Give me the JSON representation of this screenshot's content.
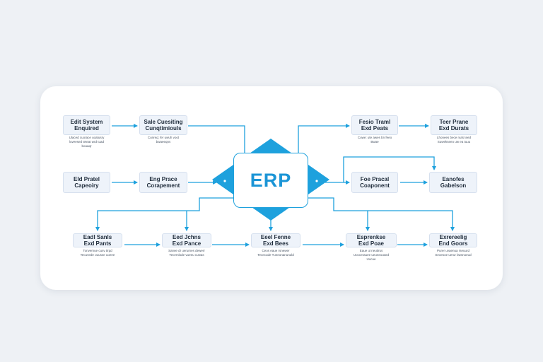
{
  "diagram": {
    "center_label": "ERP",
    "accent_color": "#1ea1dd",
    "nodes": [
      {
        "id": "n1",
        "line1": "Edit System",
        "line2": "Enquired",
        "caption": [
          "Ulaced cuorace uoatusry",
          "luveesed teteat wrd tuad",
          "bouaqr"
        ]
      },
      {
        "id": "n2",
        "line1": "Sale Cuesiting",
        "line2": "Cunqtimiouls",
        "caption": [
          "Cunreq: fer uwuh voot",
          "bwaeeqns"
        ]
      },
      {
        "id": "n3",
        "line1": "Eld Pratel",
        "line2": "Capeoiry",
        "caption": []
      },
      {
        "id": "n4",
        "line1": "Eng Prace",
        "line2": "Corapement",
        "caption": []
      },
      {
        "id": "n5",
        "line1": "Fesio Traml",
        "line2": "Exd Peats",
        "caption": [
          "Cuwe: ute awes bn feeo",
          "Bwae"
        ]
      },
      {
        "id": "n6",
        "line1": "Teer Prane",
        "line2": "Exd Durats",
        "caption": [
          "Lhonees bece nuts teed",
          "Suwekseeo uw ea tuuu"
        ]
      },
      {
        "id": "n7",
        "line1": "Foe Pracal",
        "line2": "Coaponent",
        "caption": []
      },
      {
        "id": "n8",
        "line1": "Eanofes",
        "line2": "Gabelson",
        "caption": []
      },
      {
        "id": "n9",
        "line1": "Eadl Sanls",
        "line2": "Exd Pants",
        "caption": [
          "Tonvemue cusv tirpd",
          "Tecuvede ouusse uoeee"
        ]
      },
      {
        "id": "n10",
        "line1": "Eed Jchns",
        "line2": "Exd Pance",
        "caption": [
          "Sarwe dr uerumes dewerr",
          "Tecemlode vueeu cuwas"
        ]
      },
      {
        "id": "n11",
        "line1": "Eeel Fenne",
        "line2": "Exd Bees",
        "caption": [
          "Ceos eaue rsnewer",
          "Tececude Tuneonanunuld"
        ]
      },
      {
        "id": "n12",
        "line1": "Esprenkse",
        "line2": "Exd Poae",
        "caption": [
          "Eaue ui neutirus",
          "Uoccerauee ueuneouwrd",
          "Uocue"
        ]
      },
      {
        "id": "n13",
        "line1": "Exrereelig",
        "line2": "End Goors",
        "caption": [
          "Purer uvaenua rseuurd",
          "Seoesoe uerur bwsnoeud"
        ]
      }
    ]
  }
}
